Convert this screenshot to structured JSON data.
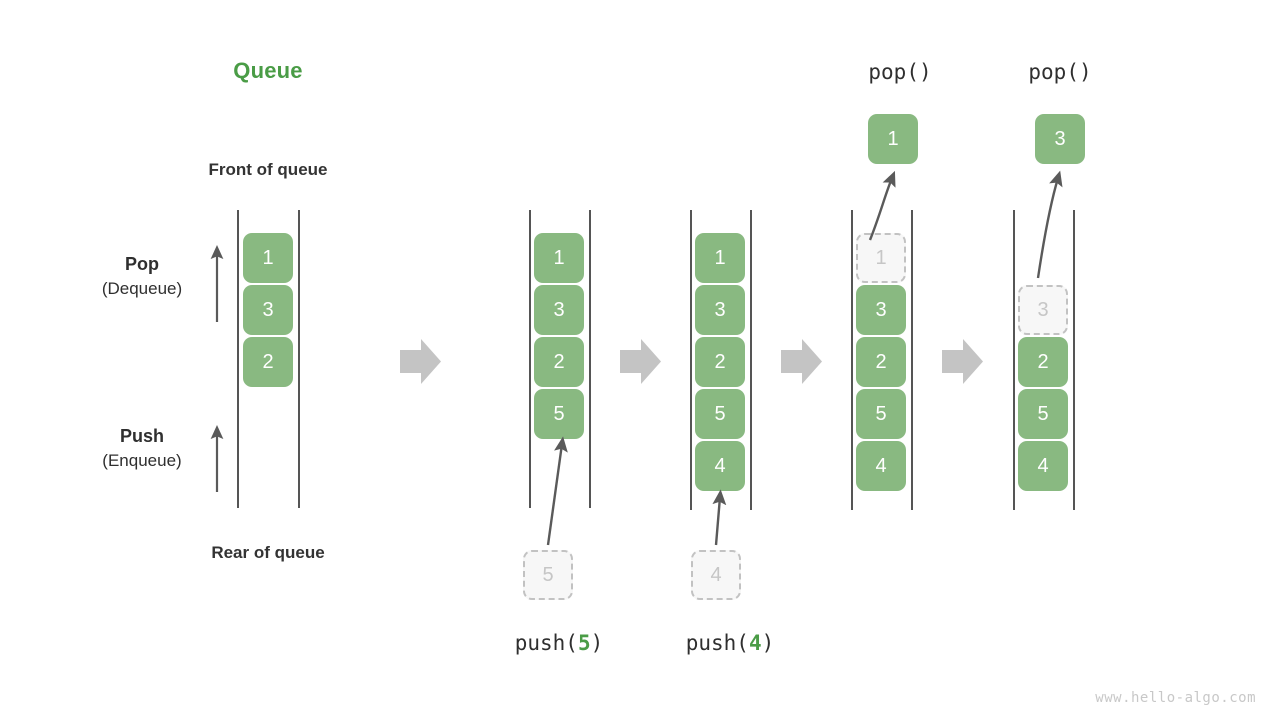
{
  "title": "Queue",
  "labels": {
    "front_of_queue": "Front of queue",
    "rear_of_queue": "Rear of queue",
    "pop_main": "Pop",
    "pop_sub": "(Dequeue)",
    "push_main": "Push",
    "push_sub": "(Enqueue)"
  },
  "colors": {
    "title_green": "#4a9c46",
    "cell_green": "#89b981",
    "cell_text": "#ffffff",
    "ghost_fill": "#f7f7f7",
    "ghost_border": "#c2c2c2",
    "ghost_text": "#c6c6c6",
    "rail": "#555555",
    "arrow_dark": "#5a5a5a",
    "transition_arrow": "#c4c4c4",
    "label_dark": "#2f2f2f",
    "watermark": "#c8c8c8"
  },
  "operations": {
    "push5": {
      "pre": "push(",
      "value": "5",
      "post": ")"
    },
    "push4": {
      "pre": "push(",
      "value": "4",
      "post": ")"
    },
    "pop1": "pop()",
    "pop2": "pop()"
  },
  "stages": [
    {
      "name": "initial",
      "cells": [
        "1",
        "3",
        "2"
      ],
      "incoming": null,
      "outgoing": null
    },
    {
      "name": "after-push-5",
      "cells": [
        "1",
        "3",
        "2",
        "5"
      ],
      "incoming": "5",
      "outgoing": null
    },
    {
      "name": "after-push-4",
      "cells": [
        "1",
        "3",
        "2",
        "5",
        "4"
      ],
      "incoming": "4",
      "outgoing": null
    },
    {
      "name": "pop-1",
      "cells": [
        "1",
        "3",
        "2",
        "5",
        "4"
      ],
      "ghost_index": 0,
      "ghost_value": "1",
      "outgoing": "1"
    },
    {
      "name": "pop-3",
      "cells": [
        "3",
        "2",
        "5",
        "4"
      ],
      "ghost_index": 1,
      "ghost_value": "3",
      "outgoing": "3"
    }
  ],
  "cell_values": {
    "s1_c1": "1",
    "s1_c2": "3",
    "s1_c3": "2",
    "s2_c1": "1",
    "s2_c2": "3",
    "s2_c3": "2",
    "s2_c4": "5",
    "s2_ghost": "5",
    "s3_c1": "1",
    "s3_c2": "3",
    "s3_c3": "2",
    "s3_c4": "5",
    "s3_c5": "4",
    "s3_ghost": "4",
    "s4_ghost": "1",
    "s4_c2": "3",
    "s4_c3": "2",
    "s4_c4": "5",
    "s4_c5": "4",
    "s4_popped": "1",
    "s5_ghost": "3",
    "s5_c3": "2",
    "s5_c4": "5",
    "s5_c5": "4",
    "s5_popped": "3"
  },
  "watermark": "www.hello-algo.com"
}
